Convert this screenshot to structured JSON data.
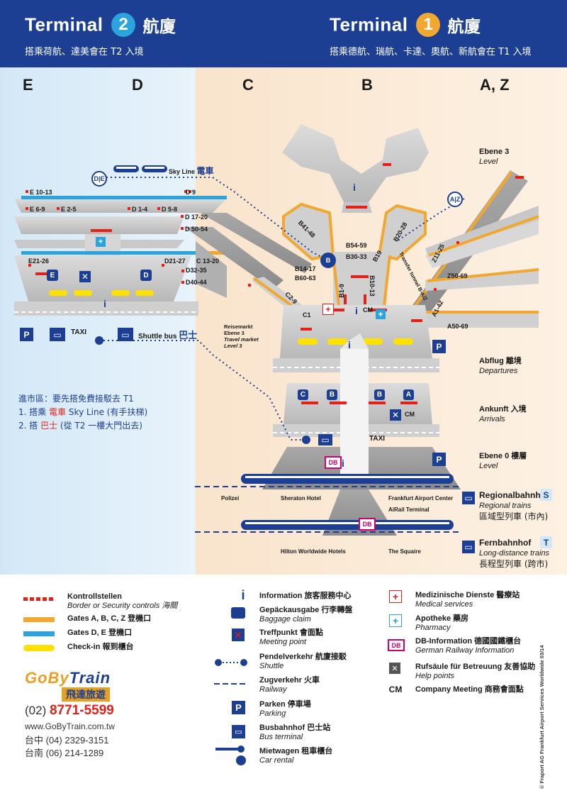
{
  "header": {
    "t2": {
      "word": "Terminal",
      "num": "2",
      "hang": "航廈",
      "sub": "搭乘荷航、達美會在 T2 入境"
    },
    "t1": {
      "word": "Terminal",
      "num": "1",
      "hang": "航廈",
      "sub": "搭乘德航、瑞航、卡達、奧航、新航會在 T1 入境"
    },
    "colors": {
      "header_bg": "#1c3f94",
      "t2_circle": "#2ba3dc",
      "t1_circle": "#f0a830"
    }
  },
  "columns": [
    "E",
    "D",
    "C",
    "B",
    "A, Z"
  ],
  "skyline": {
    "label": "Sky Line",
    "cn": "電車",
    "badge_de": "D|E",
    "badge_az": "A|Z",
    "badge_b": "B"
  },
  "gates": {
    "e10_13": "E 10-13",
    "d9": "D 9",
    "e6_9": "E 6-9",
    "e2_5": "E 2-5",
    "d1_4": "D 1-4",
    "d5_8": "D 5-8",
    "d17_20": "D 17-20",
    "d50_54": "D 50-54",
    "e21_26": "E21-26",
    "d21_27": "D21-27",
    "c13_20": "C 13-20",
    "d32_35": "D32-35",
    "d40_44": "D40-44",
    "b41_48": "B41-48",
    "b54_59": "B54-59",
    "b30_33": "B30-33",
    "b19": "B19",
    "b20_28": "B20-28",
    "b14_17": "B14-17",
    "b60_63": "B60-63",
    "b1_9": "B1-9",
    "b10_13": "B10-13",
    "c2_9": "C2-9",
    "c1": "C1",
    "z11_25": "Z11-25",
    "z50_69": "Z50-69",
    "a1_42": "A1-42",
    "a50_69": "A50-69"
  },
  "labels": {
    "transfer_tunnel": "Transfer tunnel B-A/Z",
    "taxi_e": "TAXI",
    "shuttle_bus": "Shuttle bus",
    "shuttle_bus_cn": "巴士",
    "reisemarkt": "Reisemarkt",
    "ebene3": "Ebene 3",
    "travel_market": "Travel market",
    "level3": "Level 3",
    "taxi_t1": "TAXI",
    "cm": "CM",
    "cm2": "CM",
    "polizei": "Polizei",
    "sheraton": "Sheraton Hotel",
    "fac": "Frankfurt Airport Center",
    "airail": "AiRail Terminal",
    "hilton": "Hilton Worldwide Hotels",
    "squaire": "The Squaire",
    "gate_letters": [
      "C",
      "B",
      "B",
      "A"
    ],
    "e_letter": "E",
    "d_letter": "D",
    "db": "DB",
    "db2": "DB",
    "p": "P"
  },
  "levels": [
    {
      "de": "Ebene 3",
      "en": "Level"
    },
    {
      "de": "Abflug 離境",
      "en": "Departures"
    },
    {
      "de": "Ankunft 入境",
      "en": "Arrivals"
    },
    {
      "de": "Ebene 0 樓層",
      "en": "Level"
    }
  ],
  "trains": {
    "regional_de": "Regionalbahnhof",
    "regional_en": "Regional trains",
    "regional_cn": "區域型列車 (市內)",
    "regional_badge": "S",
    "fern_de": "Fernbahnhof",
    "fern_en": "Long-distance trains",
    "fern_cn": "長程型列車 (跨市)",
    "fern_badge": "T"
  },
  "note": {
    "l1": "進市區：要先搭免費接駁去 T1",
    "l2a": "1. 搭乘 ",
    "l2b": "電車",
    "l2c": " Sky Line (有手扶梯)",
    "l3a": "2. 搭 ",
    "l3b": "巴士",
    "l3c": " (從 T2 一樓大門出去)"
  },
  "legend": {
    "left": [
      {
        "icon": "red-dash",
        "de": "Kontrollstellen",
        "en": "Border or Security controls 海關"
      },
      {
        "icon": "orange-bar",
        "de": "Gates A, B, C, Z 登機口",
        "en": ""
      },
      {
        "icon": "blue-bar",
        "de": "Gates D, E 登機口",
        "en": ""
      },
      {
        "icon": "yellow-pill",
        "de": "Check-in 報到櫃台",
        "en": ""
      }
    ],
    "mid": [
      {
        "icon": "info-icon",
        "de": "Information 旅客服務中心",
        "en": ""
      },
      {
        "icon": "baggage-icon",
        "de": "Gepäckausgabe 行李轉盤",
        "en": "Baggage claim"
      },
      {
        "icon": "meeting-point-icon",
        "de": "Treffpunkt 會面點",
        "en": "Meeting point"
      },
      {
        "icon": "shuttle-icon",
        "de": "Pendelverkehr 航廈接駁",
        "en": "Shuttle"
      },
      {
        "icon": "railway-icon",
        "de": "Zugverkehr 火車",
        "en": "Railway"
      },
      {
        "icon": "parking-icon",
        "de": "Parken 停車場",
        "en": "Parking"
      },
      {
        "icon": "bus-icon",
        "de": "Busbahnhof 巴士站",
        "en": "Bus terminal"
      },
      {
        "icon": "car-rental-icon",
        "de": "Mietwagen 租車櫃台",
        "en": "Car rental"
      }
    ],
    "right": [
      {
        "icon": "medical-icon",
        "de": "Medizinische Dienste 醫療站",
        "en": "Medical services"
      },
      {
        "icon": "pharmacy-icon",
        "de": "Apotheke 藥房",
        "en": "Pharmacy"
      },
      {
        "icon": "db-icon",
        "de": "DB-Information 德國國鐵櫃台",
        "en": "German Railway Information"
      },
      {
        "icon": "help-icon",
        "de": "Rufsäule für Betreuung 友善協助",
        "en": "Help points"
      },
      {
        "icon": "cm-icon",
        "de": "Company Meeting 商務會面點",
        "en": ""
      }
    ]
  },
  "gobytrain": {
    "logo_a": "GoBy",
    "logo_b": "Train",
    "cn": "飛達旅遊",
    "area": "(02) ",
    "phone": "8771-5599",
    "web": "www.GoByTrain.com.tw",
    "tc": "台中 (04) 2329-3151",
    "tn": "台南 (06) 214-1289"
  },
  "copyright": "© Fraport AG  Frankfurt Airport Services Worldwide  03/14",
  "colors": {
    "orange": "#f0a830",
    "blue": "#2ba3dc",
    "navy": "#1c3f94",
    "yellow": "#ffe100",
    "red": "#e32119"
  }
}
